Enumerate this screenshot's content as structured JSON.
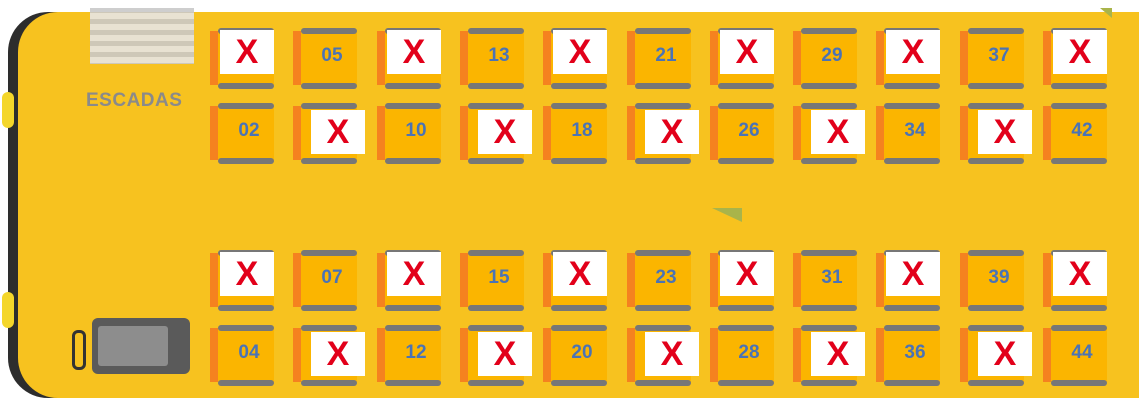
{
  "bus": {
    "stairs_label": "ESCADAS",
    "taken_mark": "X",
    "colors": {
      "body": "#f7c21f",
      "seat": "#fbb500",
      "seat_side": "#f5821f",
      "number": "#4b73b5",
      "taken_x": "#e2001a"
    }
  },
  "rows": [
    {
      "name": "row-1",
      "seats": [
        {
          "label": "",
          "taken": true
        },
        {
          "label": "05",
          "taken": false
        },
        {
          "label": "",
          "taken": true
        },
        {
          "label": "13",
          "taken": false
        },
        {
          "label": "",
          "taken": true
        },
        {
          "label": "21",
          "taken": false
        },
        {
          "label": "",
          "taken": true
        },
        {
          "label": "29",
          "taken": false
        },
        {
          "label": "",
          "taken": true
        },
        {
          "label": "37",
          "taken": false
        },
        {
          "label": "",
          "taken": true
        }
      ]
    },
    {
      "name": "row-2",
      "seats": [
        {
          "label": "02",
          "taken": false
        },
        {
          "label": "",
          "taken": true
        },
        {
          "label": "10",
          "taken": false
        },
        {
          "label": "",
          "taken": true
        },
        {
          "label": "18",
          "taken": false
        },
        {
          "label": "",
          "taken": true
        },
        {
          "label": "26",
          "taken": false
        },
        {
          "label": "",
          "taken": true
        },
        {
          "label": "34",
          "taken": false
        },
        {
          "label": "",
          "taken": true
        },
        {
          "label": "42",
          "taken": false
        }
      ]
    },
    {
      "name": "row-3",
      "seats": [
        {
          "label": "",
          "taken": true
        },
        {
          "label": "07",
          "taken": false
        },
        {
          "label": "",
          "taken": true
        },
        {
          "label": "15",
          "taken": false
        },
        {
          "label": "",
          "taken": true
        },
        {
          "label": "23",
          "taken": false
        },
        {
          "label": "",
          "taken": true
        },
        {
          "label": "31",
          "taken": false
        },
        {
          "label": "",
          "taken": true
        },
        {
          "label": "39",
          "taken": false
        },
        {
          "label": "",
          "taken": true
        }
      ]
    },
    {
      "name": "row-4",
      "seats": [
        {
          "label": "04",
          "taken": false
        },
        {
          "label": "",
          "taken": true
        },
        {
          "label": "12",
          "taken": false
        },
        {
          "label": "",
          "taken": true
        },
        {
          "label": "20",
          "taken": false
        },
        {
          "label": "",
          "taken": true
        },
        {
          "label": "28",
          "taken": false
        },
        {
          "label": "",
          "taken": true
        },
        {
          "label": "36",
          "taken": false
        },
        {
          "label": "",
          "taken": true
        },
        {
          "label": "44",
          "taken": false
        }
      ]
    }
  ]
}
